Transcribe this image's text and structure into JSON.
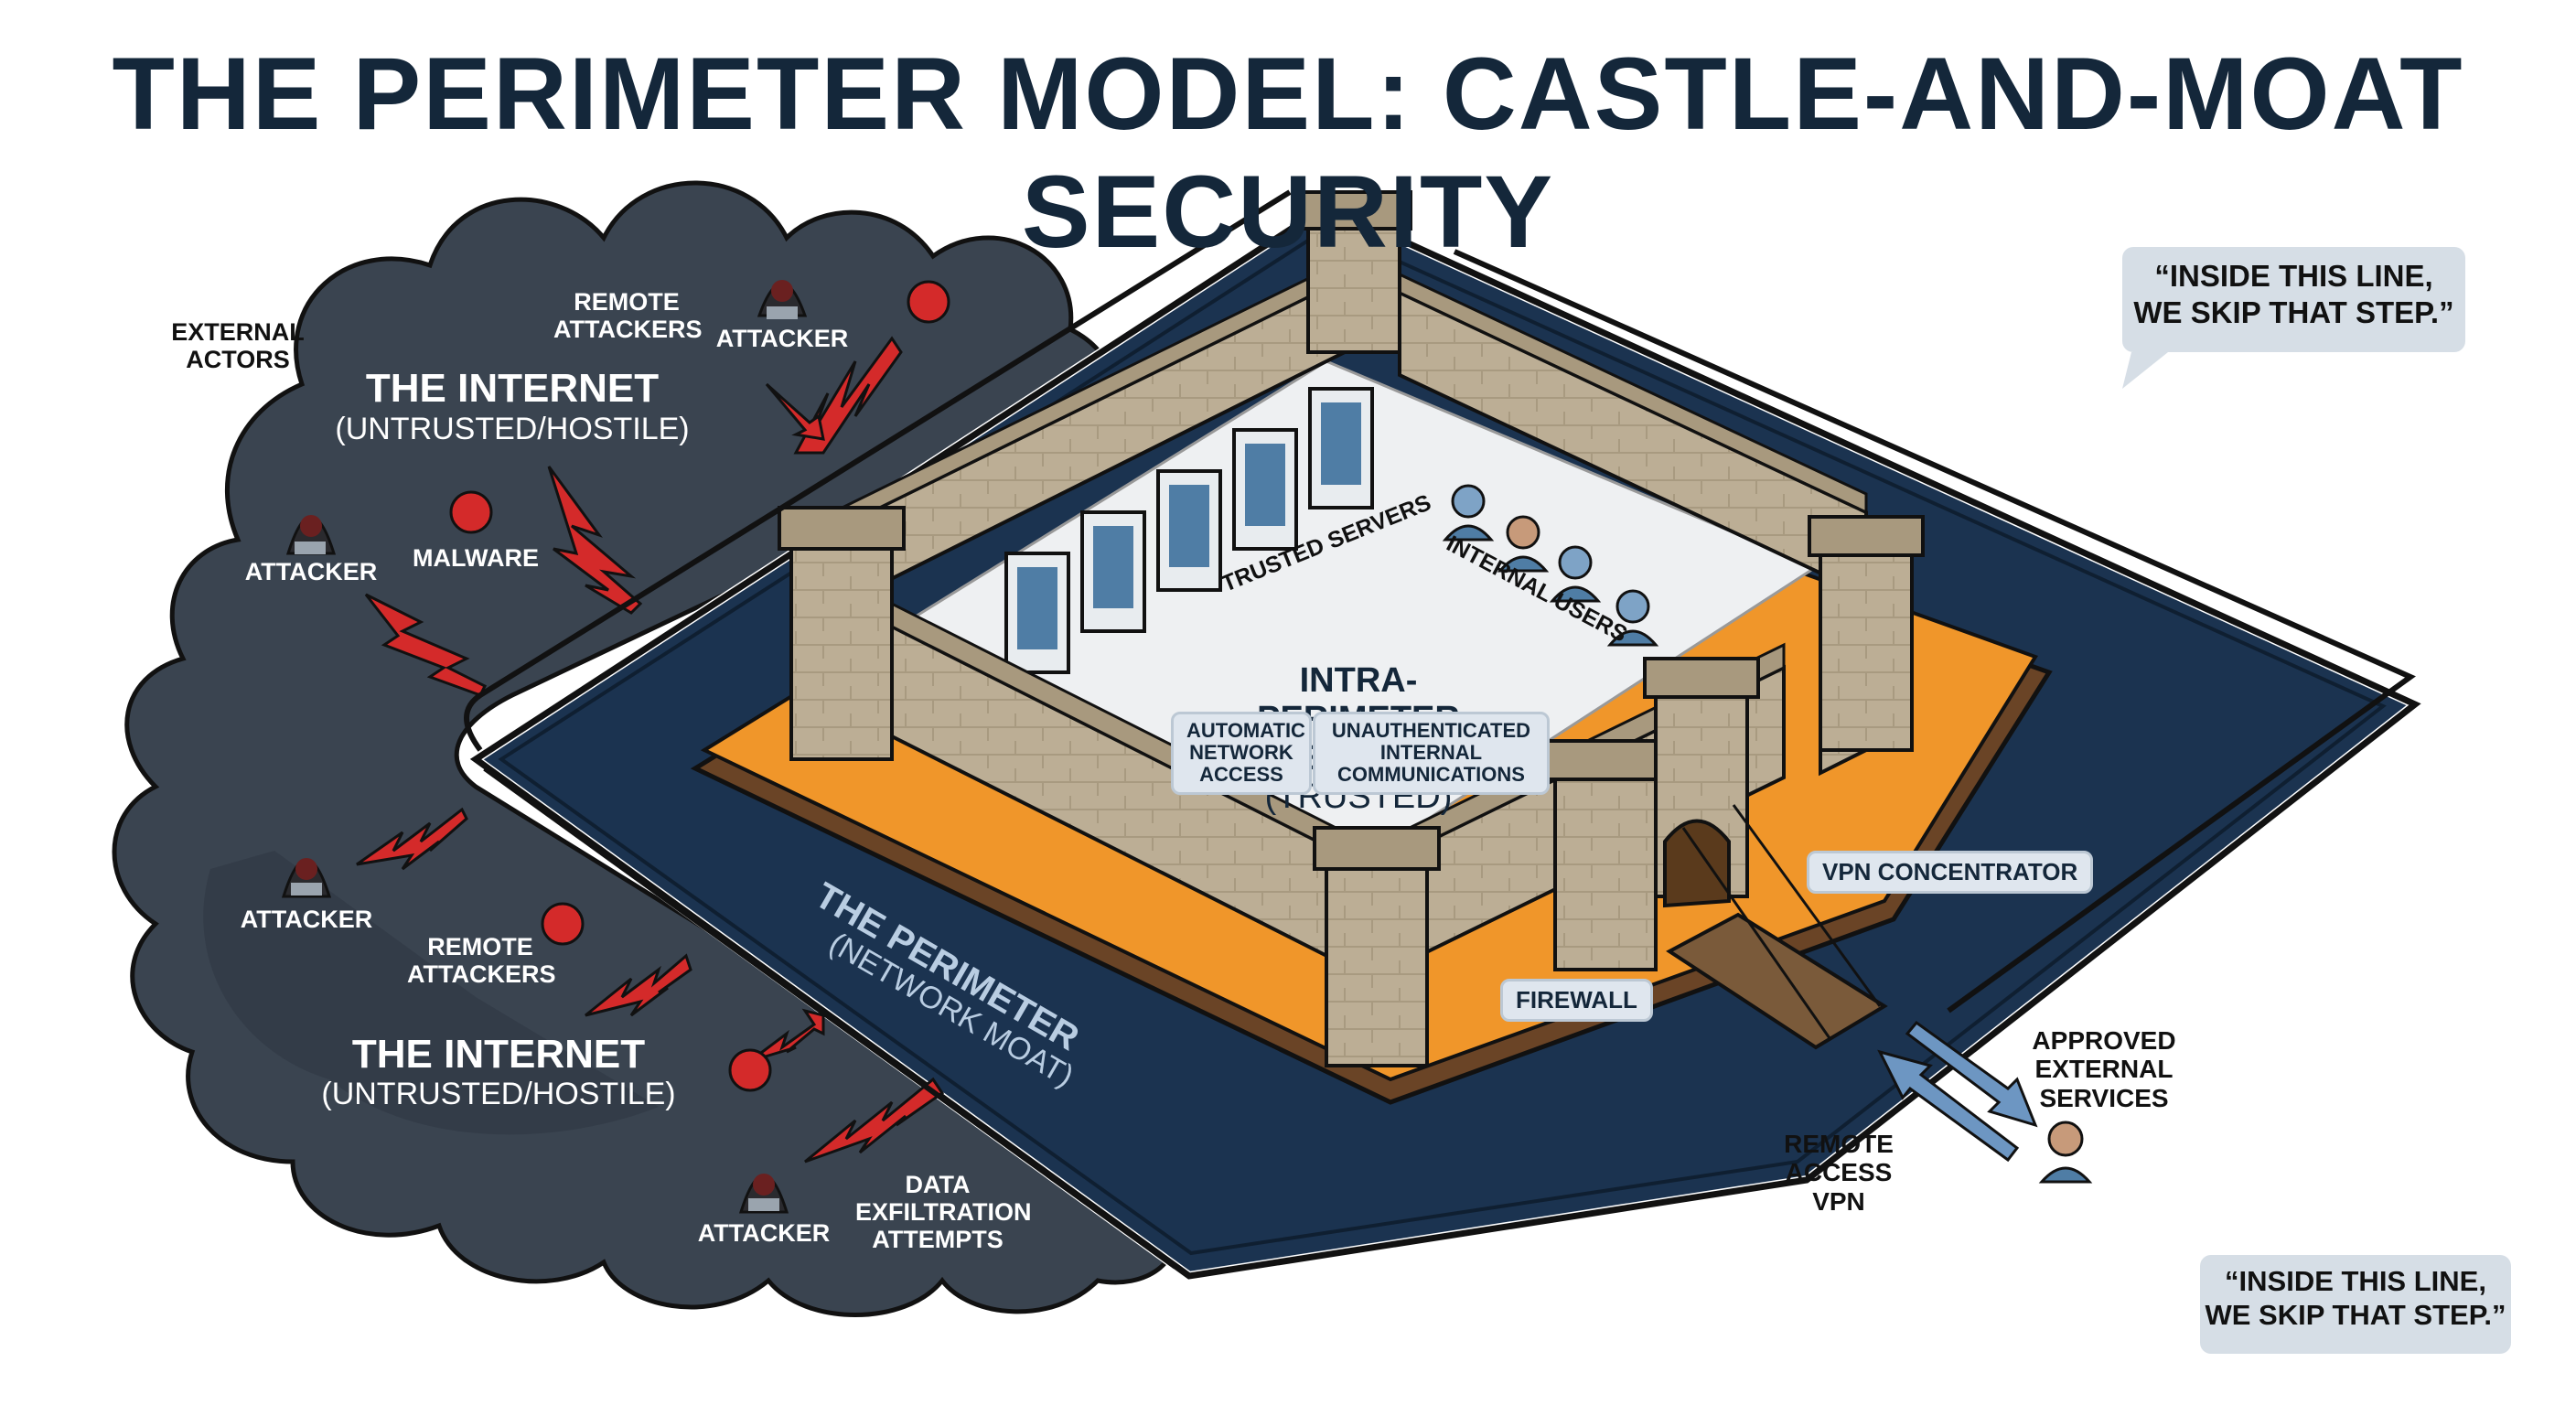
{
  "title": "THE PERIMETER MODEL: CASTLE-AND-MOAT SECURITY",
  "internet_zone": {
    "external_actors": "EXTERNAL\nACTORS",
    "remote_attackers": "REMOTE\nATTACKERS",
    "attacker": "ATTACKER",
    "malware": "MALWARE",
    "internet_title": "THE INTERNET",
    "internet_subtitle": "(UNTRUSTED/HOSTILE)",
    "data_exfiltration": "DATA\nEXFILTRATION\nATTEMPTS"
  },
  "castle": {
    "trusted_servers": "TRUSTED SERVERS",
    "internal_users": "INTERNAL USERS",
    "network_title": "INTRA-PERIMETER\nNETWORK",
    "network_trusted": "(TRUSTED)",
    "automatic_access": "AUTOMATIC\nNETWORK\nACCESS",
    "unauthenticated": "UNAUTHENTICATED\nINTERNAL\nCOMMUNICATIONS",
    "vpn_concentrator": "VPN CONCENTRATOR",
    "firewall": "FIREWALL"
  },
  "perimeter": {
    "label": "THE PERIMETER",
    "sublabel": "(NETWORK MOAT)"
  },
  "external_services": {
    "approved": "APPROVED EXTERNAL\nSERVICES",
    "remote_vpn": "REMOTE\nACCESS\nVPN"
  },
  "quotes": {
    "top": "“INSIDE THIS LINE,\nWE SKIP THAT STEP.”",
    "bottom": "“INSIDE THIS LINE,\nWE SKIP THAT STEP.”"
  },
  "colors": {
    "navy": "#14273a",
    "moat": "#1b3350",
    "orange": "#f0962a",
    "cloud": "#3a4450",
    "threat_red": "#d42a2a",
    "stone": "#b9ab93",
    "bubble": "#d6dee6"
  }
}
